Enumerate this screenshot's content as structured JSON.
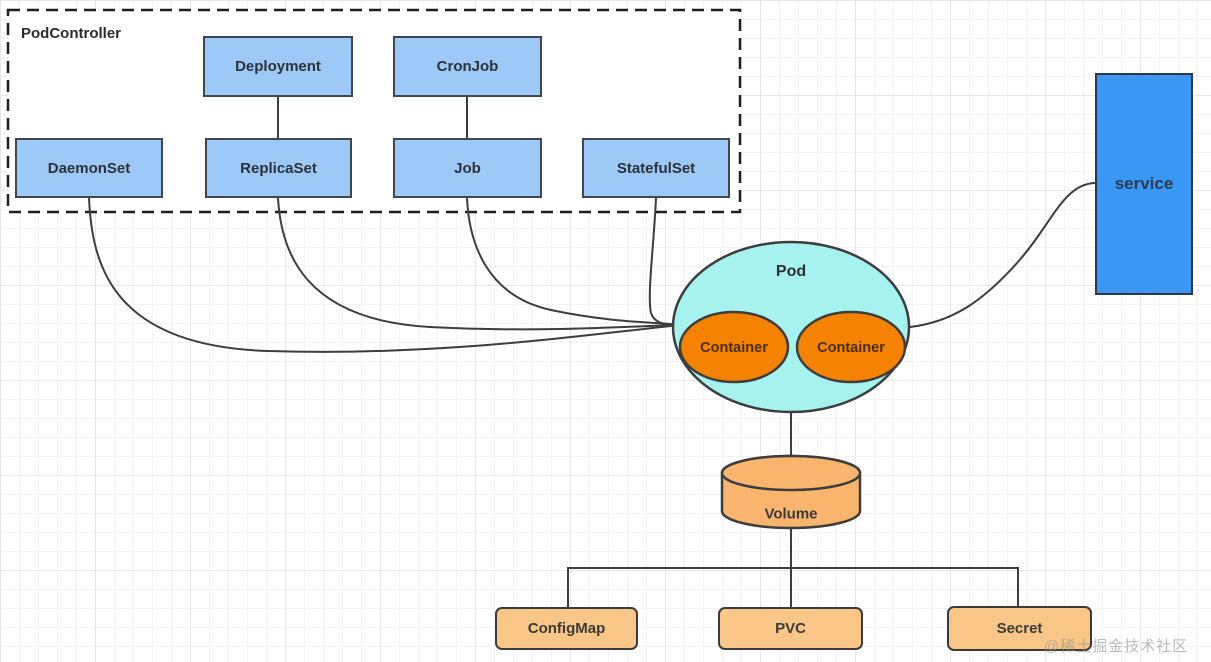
{
  "pod_controller": {
    "label": "PodController",
    "nodes": [
      {
        "id": "deployment",
        "label": "Deployment"
      },
      {
        "id": "cronjob",
        "label": "CronJob"
      },
      {
        "id": "daemonset",
        "label": "DaemonSet"
      },
      {
        "id": "replicaset",
        "label": "ReplicaSet"
      },
      {
        "id": "job",
        "label": "Job"
      },
      {
        "id": "statefulset",
        "label": "StatefulSet"
      }
    ]
  },
  "pod": {
    "label": "Pod",
    "containers": [
      {
        "label": "Container"
      },
      {
        "label": "Container"
      }
    ]
  },
  "service": {
    "label": "service"
  },
  "volume": {
    "label": "Volume"
  },
  "storage_nodes": [
    {
      "id": "configmap",
      "label": "ConfigMap"
    },
    {
      "id": "pvc",
      "label": "PVC"
    },
    {
      "id": "secret",
      "label": "Secret"
    }
  ],
  "watermark": "@稀土掘金技术社区",
  "colors": {
    "node_blue": "#9cc9f7",
    "service_blue": "#3a97f5",
    "pod_cyan": "#a5f2ef",
    "container_orange": "#f58200",
    "volume_orange": "#f9b46e",
    "storage_orange": "#fac687",
    "edge": "#3d3d3d"
  }
}
